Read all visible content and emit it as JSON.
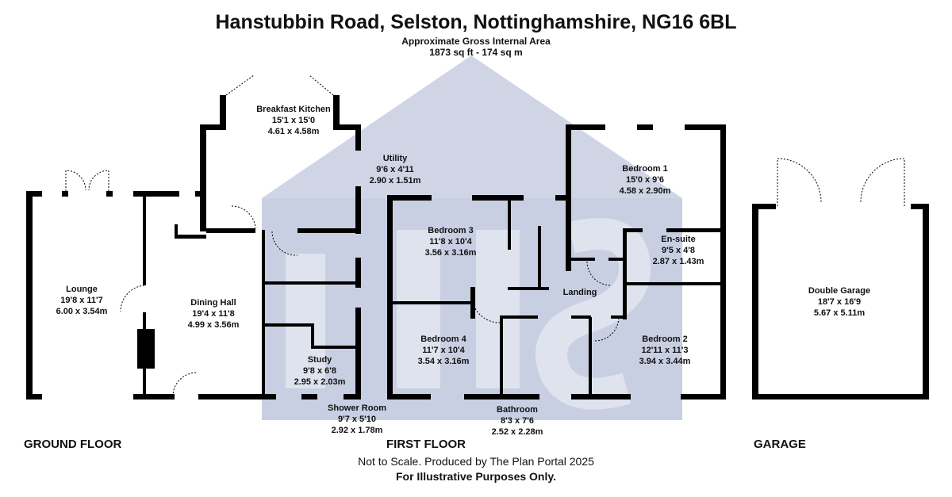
{
  "header": {
    "title": "Hanstubbin Road, Selston, Nottinghamshire, NG16 6BL",
    "area_label": "Approximate Gross Internal Area",
    "area_value": "1873 sq ft - 174 sq m"
  },
  "rooms": [
    {
      "name": "Breakfast Kitchen",
      "imperial": "15'1 x 15'0",
      "metric": "4.61 x 4.58m"
    },
    {
      "name": "Utility",
      "imperial": "9'6 x 4'11",
      "metric": "2.90 x 1.51m"
    },
    {
      "name": "Lounge",
      "imperial": "19'8 x 11'7",
      "metric": "6.00 x 3.54m"
    },
    {
      "name": "Dining Hall",
      "imperial": "19'4 x 11'8",
      "metric": "4.99 x 3.56m"
    },
    {
      "name": "Study",
      "imperial": "9'8 x 6'8",
      "metric": "2.95 x 2.03m"
    },
    {
      "name": "Shower Room",
      "imperial": "9'7 x 5'10",
      "metric": "2.92 x 1.78m"
    },
    {
      "name": "Bedroom 3",
      "imperial": "11'8 x 10'4",
      "metric": "3.56 x 3.16m"
    },
    {
      "name": "Bedroom 4",
      "imperial": "11'7 x 10'4",
      "metric": "3.54 x 3.16m"
    },
    {
      "name": "Bathroom",
      "imperial": "8'3 x 7'6",
      "metric": "2.52 x 2.28m"
    },
    {
      "name": "Landing",
      "imperial": "",
      "metric": ""
    },
    {
      "name": "Bedroom 1",
      "imperial": "15'0 x 9'6",
      "metric": "4.58 x 2.90m"
    },
    {
      "name": "En-suite",
      "imperial": "9'5 x 4'8",
      "metric": "2.87 x 1.43m"
    },
    {
      "name": "Bedroom 2",
      "imperial": "12'11 x 11'3",
      "metric": "3.94 x 3.44m"
    },
    {
      "name": "Double Garage",
      "imperial": "18'7 x 16'9",
      "metric": "5.67 x 5.11m"
    }
  ],
  "floors": {
    "ground": "GROUND FLOOR",
    "first": "FIRST FLOOR",
    "garage": "GARAGE"
  },
  "footer": {
    "note": "Not to Scale. Produced by The Plan Portal 2025",
    "disclaimer": "For Illustrative Purposes Only."
  },
  "watermark": {
    "text": "jms",
    "color": "#c9cfe2"
  }
}
